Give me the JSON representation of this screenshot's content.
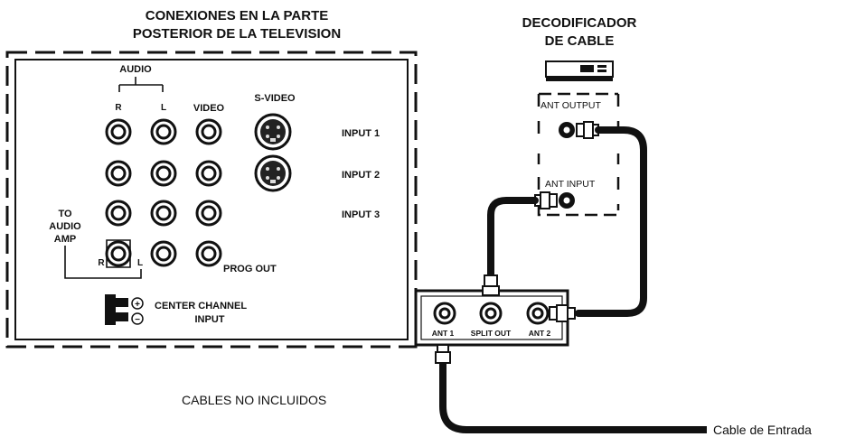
{
  "tv": {
    "title_line1": "CONEXIONES EN LA PARTE",
    "title_line2": "POSTERIOR DE LA TELEVISION",
    "audio": "AUDIO",
    "audio_r": "R",
    "audio_l": "L",
    "video": "VIDEO",
    "svideo": "S-VIDEO",
    "input1": "INPUT 1",
    "input2": "INPUT 2",
    "input3": "INPUT 3",
    "to_audio_amp_1": "TO",
    "to_audio_amp_2": "AUDIO",
    "to_audio_amp_3": "AMP",
    "amp_r": "R",
    "amp_l": "L",
    "prog_out": "PROG OUT",
    "center_channel_1": "CENTER CHANNEL",
    "center_channel_2": "INPUT",
    "plus_symbol": "+",
    "minus_symbol": "−"
  },
  "decoder": {
    "title_line1": "DECODIFICADOR",
    "title_line2": "DE CABLE",
    "ant_output": "ANT OUTPUT",
    "ant_input": "ANT INPUT"
  },
  "splitter": {
    "ant1": "ANT 1",
    "split_out": "SPLIT OUT",
    "ant2": "ANT 2"
  },
  "footer": {
    "cables_note": "CABLES NO INCLUIDOS",
    "cable_entrada": "Cable de Entrada"
  }
}
